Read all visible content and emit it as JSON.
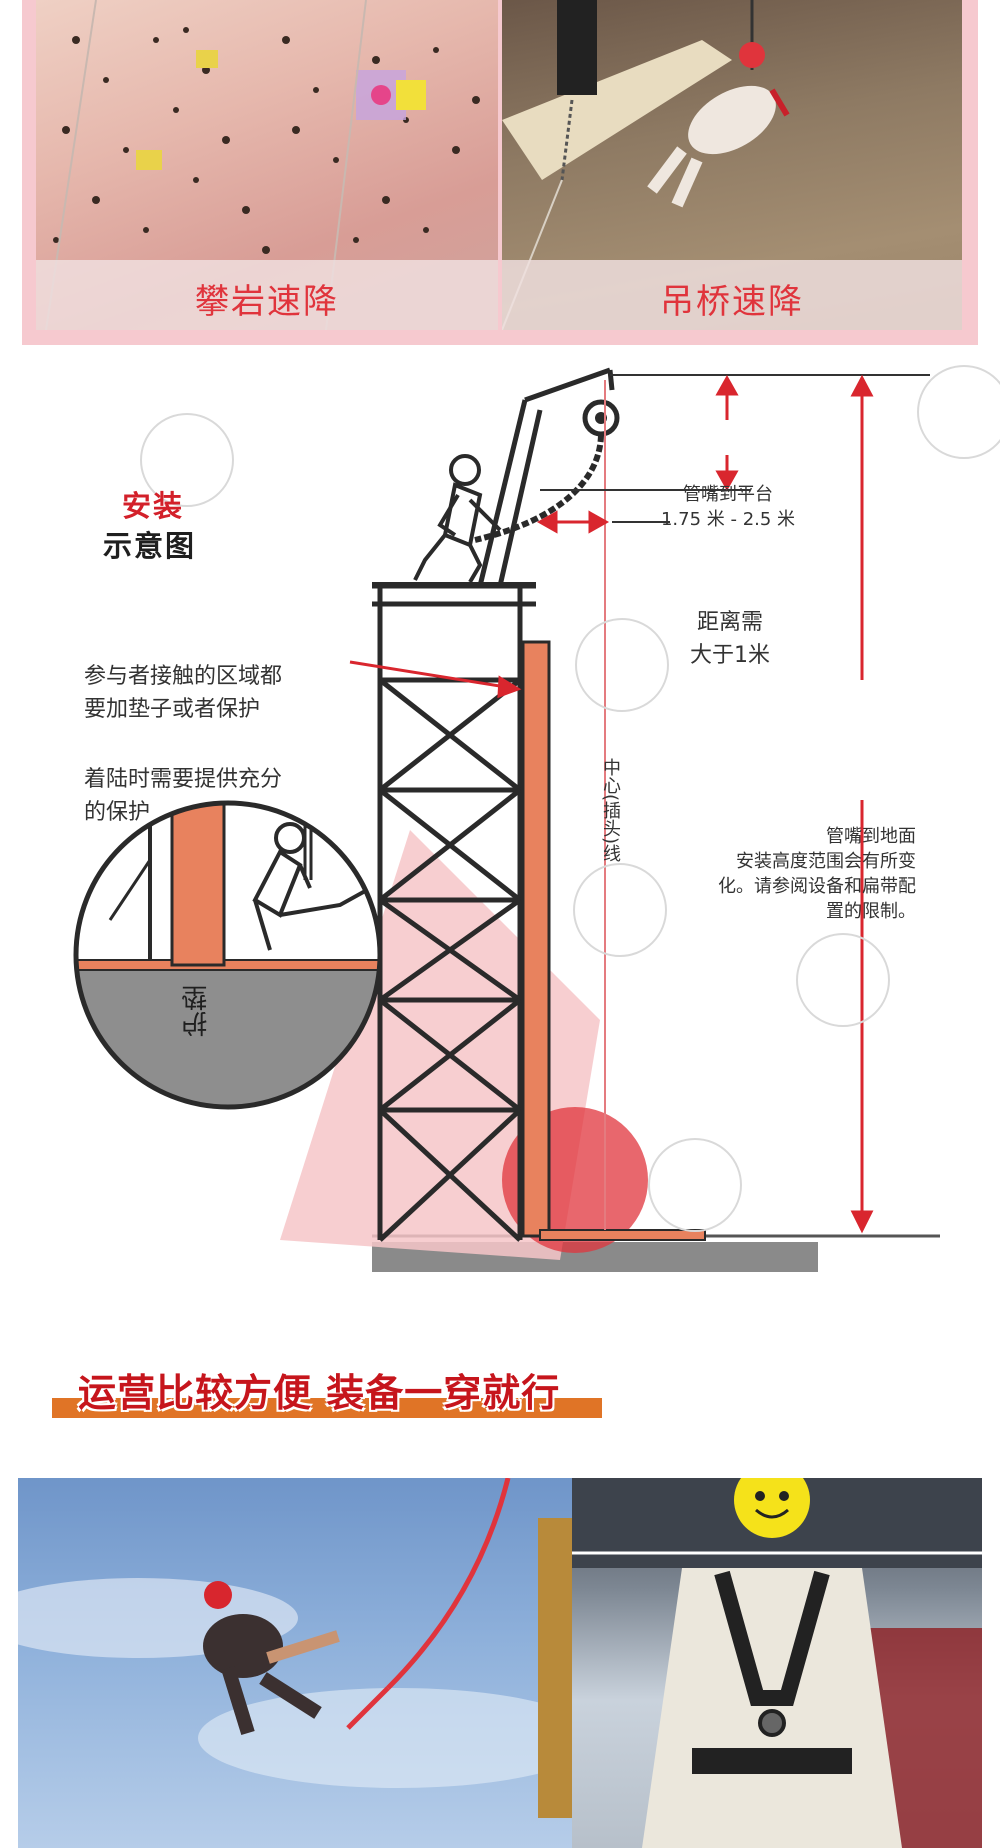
{
  "photos_top": {
    "left_caption": "攀岩速降",
    "right_caption": "吊桥速降"
  },
  "diagram": {
    "title_line1": "安装",
    "title_line2": "示意图",
    "note_contact": [
      "参与者接触的区域都",
      "要加垫子或者保护"
    ],
    "note_landing": [
      "着陆时需要提供充分",
      "的保护"
    ],
    "platform_label": "管嘴到平台",
    "platform_range": "1.75 米 - 2.5 米",
    "distance_label": [
      "距离需",
      "大于1米"
    ],
    "center_line_label": "中心(插头)线",
    "ground_label": [
      "管嘴到地面",
      "安装高度范围会有所变",
      "化。请参阅设备和扁带配",
      "置的限制。"
    ],
    "pad_label": "护垫"
  },
  "section": {
    "heading": "运营比较方便 装备一穿就行"
  },
  "colors": {
    "accent_red": "#e0343c",
    "pad_orange": "#e8825e",
    "heading_red": "#c6151c",
    "heading_bar": "#e07426",
    "frame_pink": "#f6c9cf"
  },
  "icons": [
    "climber-figure",
    "faller-figure",
    "trolley-icon",
    "watermark-seal"
  ]
}
